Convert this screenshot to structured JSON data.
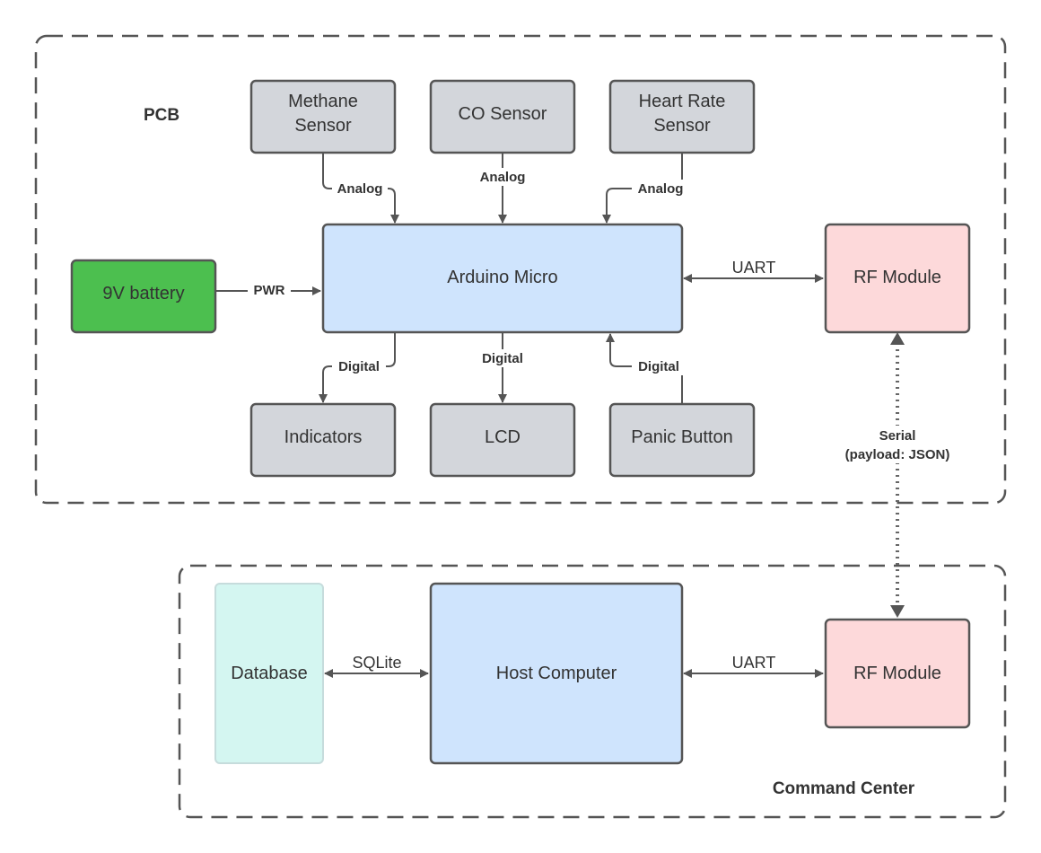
{
  "groups": {
    "pcb": "PCB",
    "command_center": "Command Center"
  },
  "colors": {
    "sensor_fill": "#d3d6db",
    "controller_fill": "#cfe4fd",
    "battery_fill": "#4cbf4f",
    "rf_fill": "#fdd9da",
    "database_fill": "#d4f6f1",
    "stroke": "#555555",
    "text": "#333333"
  },
  "nodes": {
    "methane": [
      "Methane",
      "Sensor"
    ],
    "co": [
      "CO Sensor"
    ],
    "heart": [
      "Heart Rate",
      "Sensor"
    ],
    "arduino": [
      "Arduino Micro"
    ],
    "battery": [
      "9V battery"
    ],
    "rf_pcb": [
      "RF Module"
    ],
    "indicators": [
      "Indicators"
    ],
    "lcd": [
      "LCD"
    ],
    "panic": [
      "Panic Button"
    ],
    "database": [
      "Database"
    ],
    "host": [
      "Host Computer"
    ],
    "rf_cc": [
      "RF Module"
    ]
  },
  "edges": {
    "methane_arduino": "Analog",
    "co_arduino": "Analog",
    "heart_arduino": "Analog",
    "battery_arduino": "PWR",
    "arduino_rf": "UART",
    "arduino_indicators": "Digital",
    "arduino_lcd": "Digital",
    "panic_arduino": "Digital",
    "rf_rf": [
      "Serial",
      "(payload: JSON)"
    ],
    "database_host": "SQLite",
    "host_rf": "UART"
  }
}
